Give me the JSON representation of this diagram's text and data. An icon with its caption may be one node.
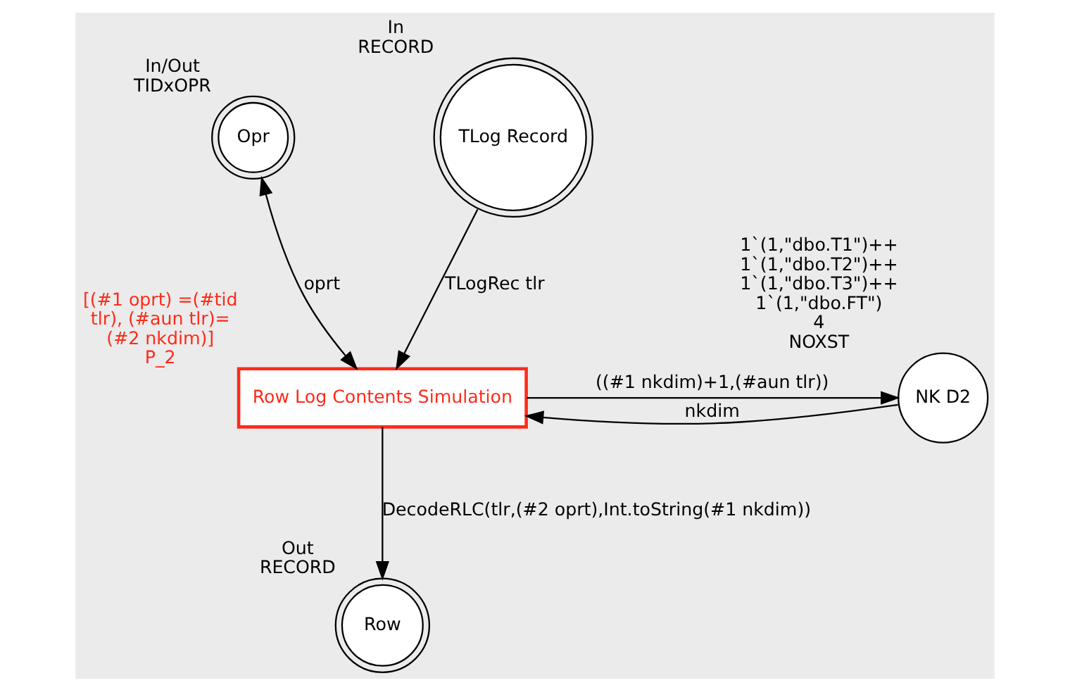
{
  "diagram": {
    "nodes": [
      {
        "text": [
          "Opr"
        ],
        "beside": [
          "In/Out",
          "TIDxOPR"
        ]
      },
      {
        "text": [
          "TLog Record"
        ],
        "beside": [
          "In",
          "RECORD"
        ]
      },
      {
        "text": [
          "Row Log Contents Simulation"
        ],
        "beside": [
          "[(#1 oprt) =(#tid tlr), (#aun tlr)= (#2 nkdim)]",
          "P_2"
        ]
      },
      {
        "text": [
          "NK D2"
        ],
        "beside": [
          "1`(1,\"dbo.T1\")++ 1`(1,\"dbo.T2\")++ 1`(1,\"dbo.T3\")++ 1`(1,\"dbo.FT\")",
          "4",
          "NOXST"
        ]
      },
      {
        "text": [
          "Row"
        ],
        "beside": [
          "Out",
          "RECORD"
        ]
      }
    ],
    "edges": [
      {
        "from": 2,
        "to": 0,
        "arrow": "both",
        "label": "oprt"
      },
      {
        "from": 1,
        "to": 2,
        "arrow": "to",
        "label": "TLogRec tlr"
      },
      {
        "from": 3,
        "to": 2,
        "arrow": "to",
        "label": "nkdim"
      },
      {
        "from": 2,
        "to": 3,
        "arrow": "to",
        "label": "((#1 nkdim)+1,(#aun tlr))"
      },
      {
        "from": 2,
        "to": 4,
        "arrow": "to",
        "label": "DecodeRLC(tlr,(#2 oprt),Int.toString(#1 nkdim))"
      }
    ]
  }
}
